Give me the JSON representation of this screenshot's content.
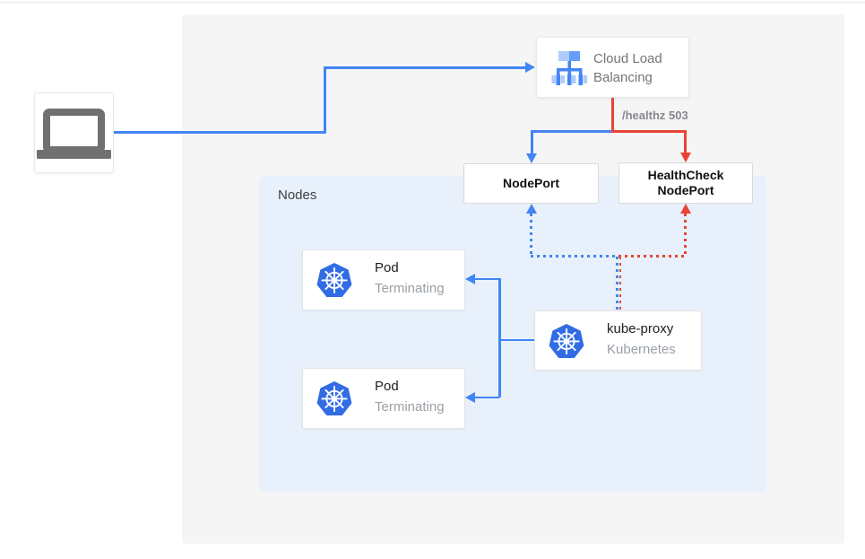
{
  "diagram": {
    "nodes_panel": {
      "label": "Nodes"
    },
    "cloud_load_balancing": {
      "label_line1": "Cloud Load",
      "label_line2": "Balancing"
    },
    "health_check_label": "/healthz 503",
    "node_port": {
      "label": "NodePort"
    },
    "health_check_node_port": {
      "label_line1": "HealthCheck",
      "label_line2": "NodePort"
    },
    "pods": [
      {
        "title": "Pod",
        "status": "Terminating"
      },
      {
        "title": "Pod",
        "status": "Terminating"
      }
    ],
    "kube_proxy": {
      "title": "kube-proxy",
      "subtitle": "Kubernetes"
    }
  },
  "icons": [
    "laptop-icon",
    "load-balancer-icon",
    "kubernetes-icon"
  ],
  "colors": {
    "flow_blue": "#4285F4",
    "flow_red": "#EA4335",
    "background_panel": "#F5F5F5",
    "nodes_panel": "#E8F1FB",
    "kubernetes_blue": "#326CE5",
    "laptop_gray": "#6E7072",
    "muted_text": "#9AA0A6",
    "healthz_text": "#85888C",
    "title_text": "#212121"
  }
}
